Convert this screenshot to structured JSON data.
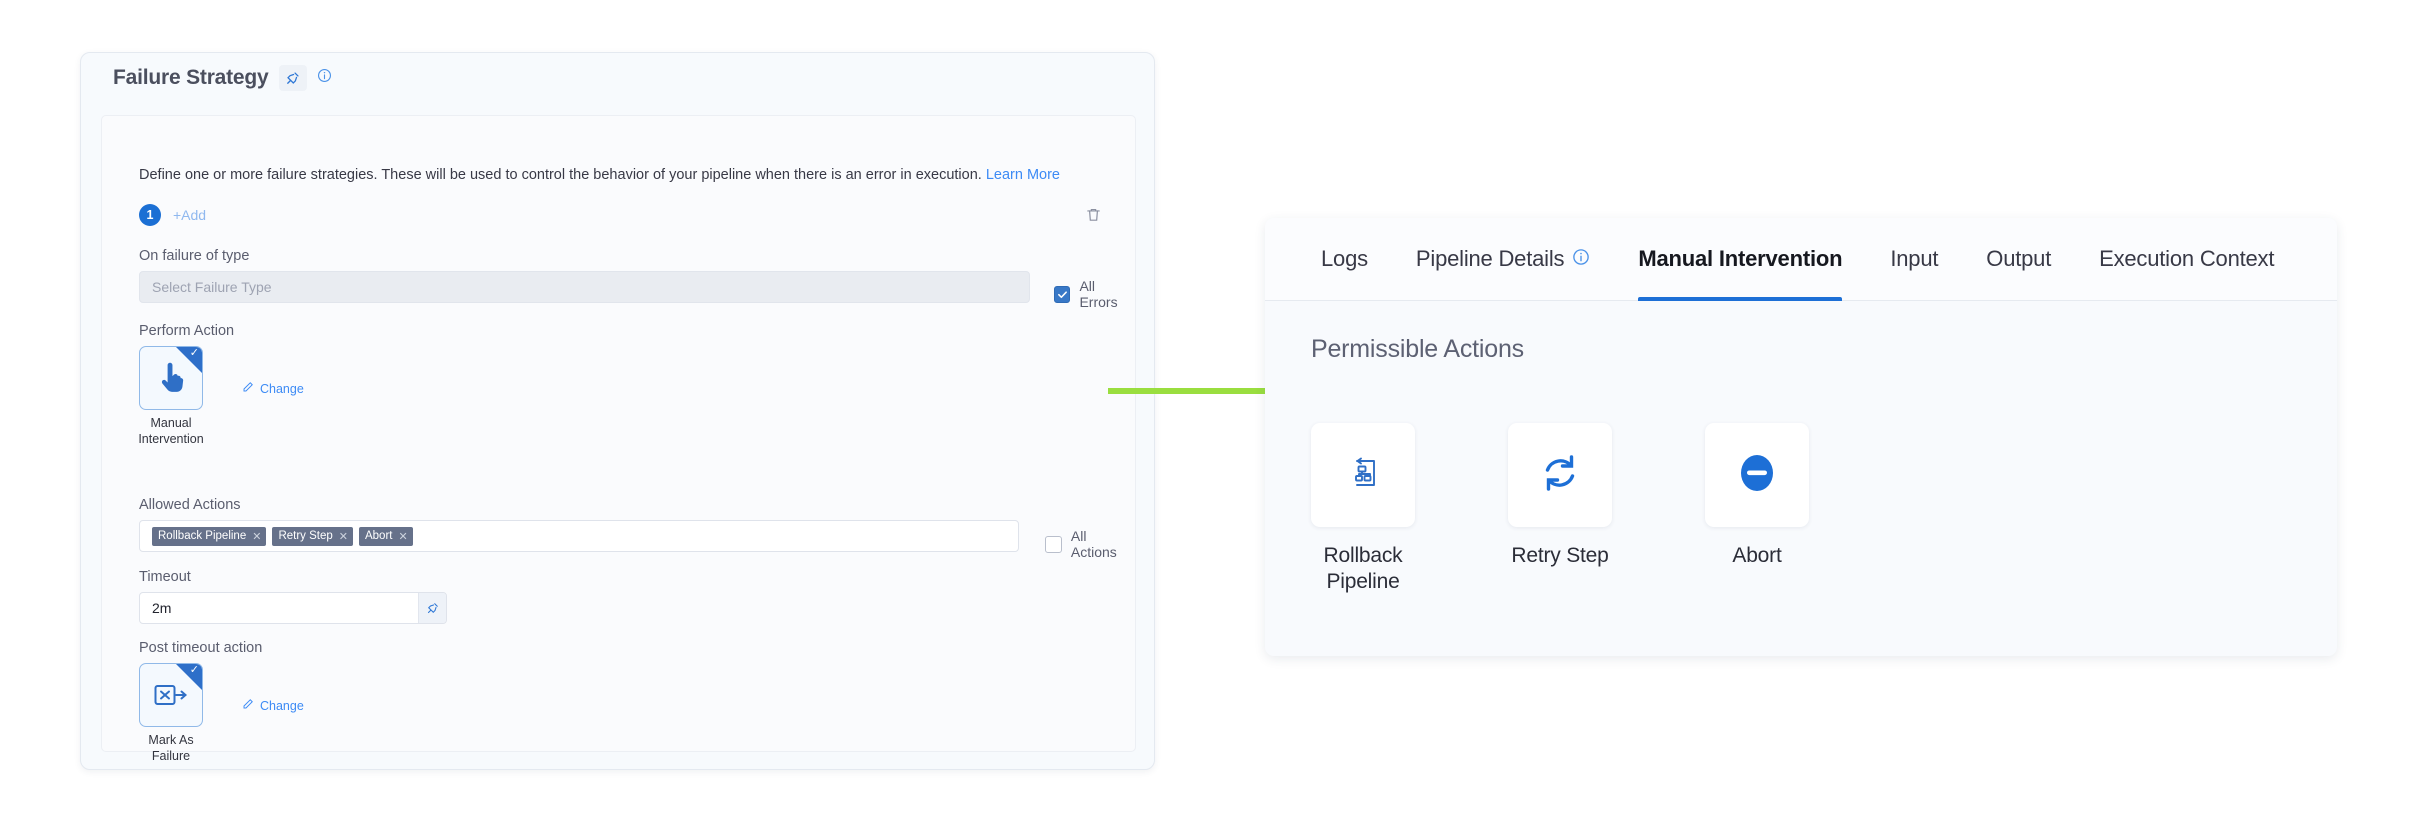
{
  "failure_strategy": {
    "title": "Failure Strategy",
    "pin_icon": "pin-icon",
    "info_icon": "info-circle-icon",
    "delete_icon": "trash-icon",
    "description": "Define one or more failure strategies. These will be used to control the behavior of your pipeline when there is an error in execution.",
    "learn_more_label": "Learn More",
    "strategy_index": "1",
    "add_label": "+Add",
    "on_failure_label": "On failure of type",
    "failure_type_placeholder": "Select Failure Type",
    "all_errors": {
      "label": "All Errors",
      "checked": true
    },
    "perform_action_label": "Perform Action",
    "perform_action": {
      "icon": "hand-pointer-icon",
      "caption": "Manual Intervention",
      "selected": true,
      "change_label": "Change",
      "change_icon": "pencil-icon"
    },
    "allowed_actions_label": "Allowed Actions",
    "allowed_action_tags": [
      "Rollback Pipeline",
      "Retry Step",
      "Abort"
    ],
    "tag_remove_icon": "close-x-icon",
    "all_actions": {
      "label": "All Actions",
      "checked": false
    },
    "timeout_label": "Timeout",
    "timeout_value": "2m",
    "timeout_pin_icon": "pin-icon",
    "post_timeout_label": "Post timeout action",
    "post_timeout_action": {
      "icon": "mark-as-failure-icon",
      "caption": "Mark As Failure",
      "selected": true,
      "change_label": "Change",
      "change_icon": "pencil-icon"
    }
  },
  "annotation": {
    "arrow_icon": "green-right-arrow",
    "arrow_color": "#9ade3f"
  },
  "right_panel": {
    "tabs": [
      {
        "label": "Logs",
        "active": false,
        "info_icon": false
      },
      {
        "label": "Pipeline Details",
        "active": false,
        "info_icon": true
      },
      {
        "label": "Manual Intervention",
        "active": true,
        "info_icon": false
      },
      {
        "label": "Input",
        "active": false,
        "info_icon": false
      },
      {
        "label": "Output",
        "active": false,
        "info_icon": false
      },
      {
        "label": "Execution Context",
        "active": false,
        "info_icon": false
      }
    ],
    "heading": "Permissible Actions",
    "actions": [
      {
        "label": "Rollback Pipeline",
        "icon": "rollback-pipeline-icon"
      },
      {
        "label": "Retry Step",
        "icon": "retry-refresh-icon"
      },
      {
        "label": "Abort",
        "icon": "abort-minus-circle-icon"
      }
    ]
  },
  "colors": {
    "accent_blue": "#1d6fd6",
    "tag_grey": "#66718a",
    "arrow_green": "#9ade3f"
  }
}
